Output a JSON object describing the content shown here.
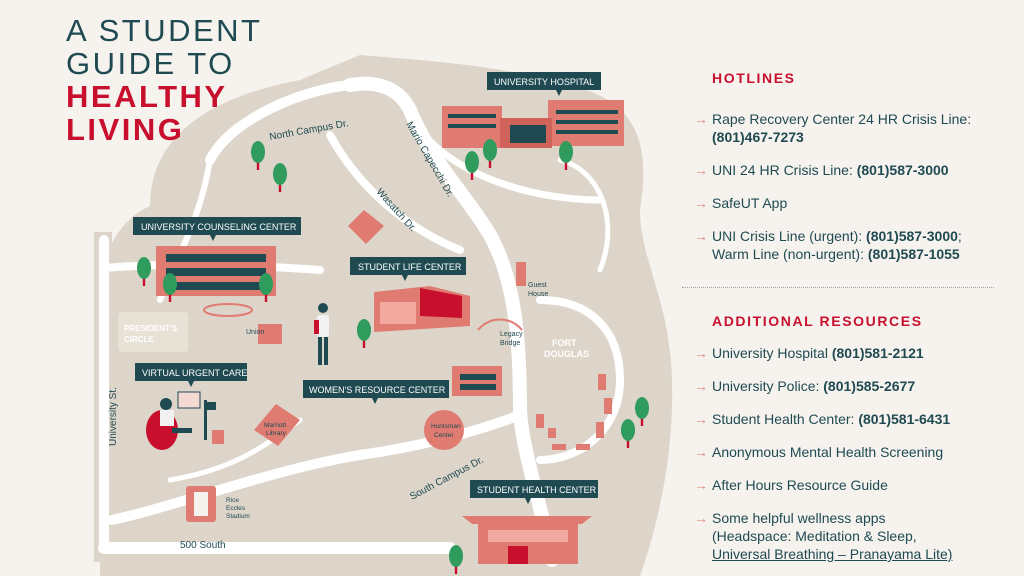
{
  "title": {
    "line1": "A STUDENT",
    "line2": "GUIDE TO",
    "line3": "HEALTHY",
    "line4": "LIVING"
  },
  "map": {
    "tags": {
      "university_hospital": "UNIVERSITY HOSPITAL",
      "counseling_center": "UNIVERSITY COUNSELING CENTER",
      "student_life_center": "STUDENT LIFE CENTER",
      "virtual_urgent_care": "VIRTUAL URGENT CARE",
      "womens_resource_center": "WOMEN'S RESOURCE CENTER",
      "student_health_center": "STUDENT HEALTH CENTER"
    },
    "streets": {
      "north_campus": "North Campus Dr.",
      "mario_capecchi": "Mario Capecchi Dr.",
      "wasatch": "Wasatch Dr.",
      "university_st": "University St.",
      "south_campus": "South Campus Dr.",
      "five_hundred_south": "500 South"
    },
    "places": {
      "presidents_circle_1": "PRESIDENT'S",
      "presidents_circle_2": "CIRCLE",
      "union": "Union",
      "marriott_1": "Marriott",
      "marriott_2": "Library",
      "huntsman_1": "Huntsman",
      "huntsman_2": "Center",
      "rice_1": "Rice",
      "rice_2": "Eccles",
      "rice_3": "Stadium",
      "guest_1": "Guest",
      "guest_2": "House",
      "legacy_1": "Legacy",
      "legacy_2": "Bridge",
      "fort_1": "FORT",
      "fort_2": "DOUGLAS"
    }
  },
  "hotlines": {
    "heading": "HOTLINES",
    "items": [
      {
        "text": "Rape Recovery Center 24 HR Crisis Line:",
        "phone": "(801)467-7273"
      },
      {
        "text": "UNI 24 HR  Crisis Line:",
        "phone": "(801)587-3000"
      },
      {
        "text": "SafeUT App"
      },
      {
        "text": "UNI Crisis Line (urgent):",
        "phone": "(801)587-3000",
        "suffix": ";",
        "text2": "Warm Line (non-urgent):",
        "phone2": "(801)587-1055"
      }
    ]
  },
  "resources": {
    "heading": "ADDITIONAL RESOURCES",
    "items": [
      {
        "text": "University Hospital",
        "phone": "(801)581-2121"
      },
      {
        "text": "University Police:",
        "phone": "(801)585-2677"
      },
      {
        "text": "Student Health Center:",
        "phone": "(801)581-6431"
      },
      {
        "text": "Anonymous Mental Health Screening"
      },
      {
        "text": "After Hours Resource Guide"
      },
      {
        "text": "Some helpful wellness apps",
        "sub1": "(Headspace: Meditation & Sleep,",
        "sub2": "Universal Breathing – Pranayama Lite)"
      }
    ]
  },
  "colors": {
    "primary": "#1f4a52",
    "accent": "#c8102e",
    "building": "#e07b72",
    "road": "#ffffff",
    "ground": "#ddd5c9"
  }
}
